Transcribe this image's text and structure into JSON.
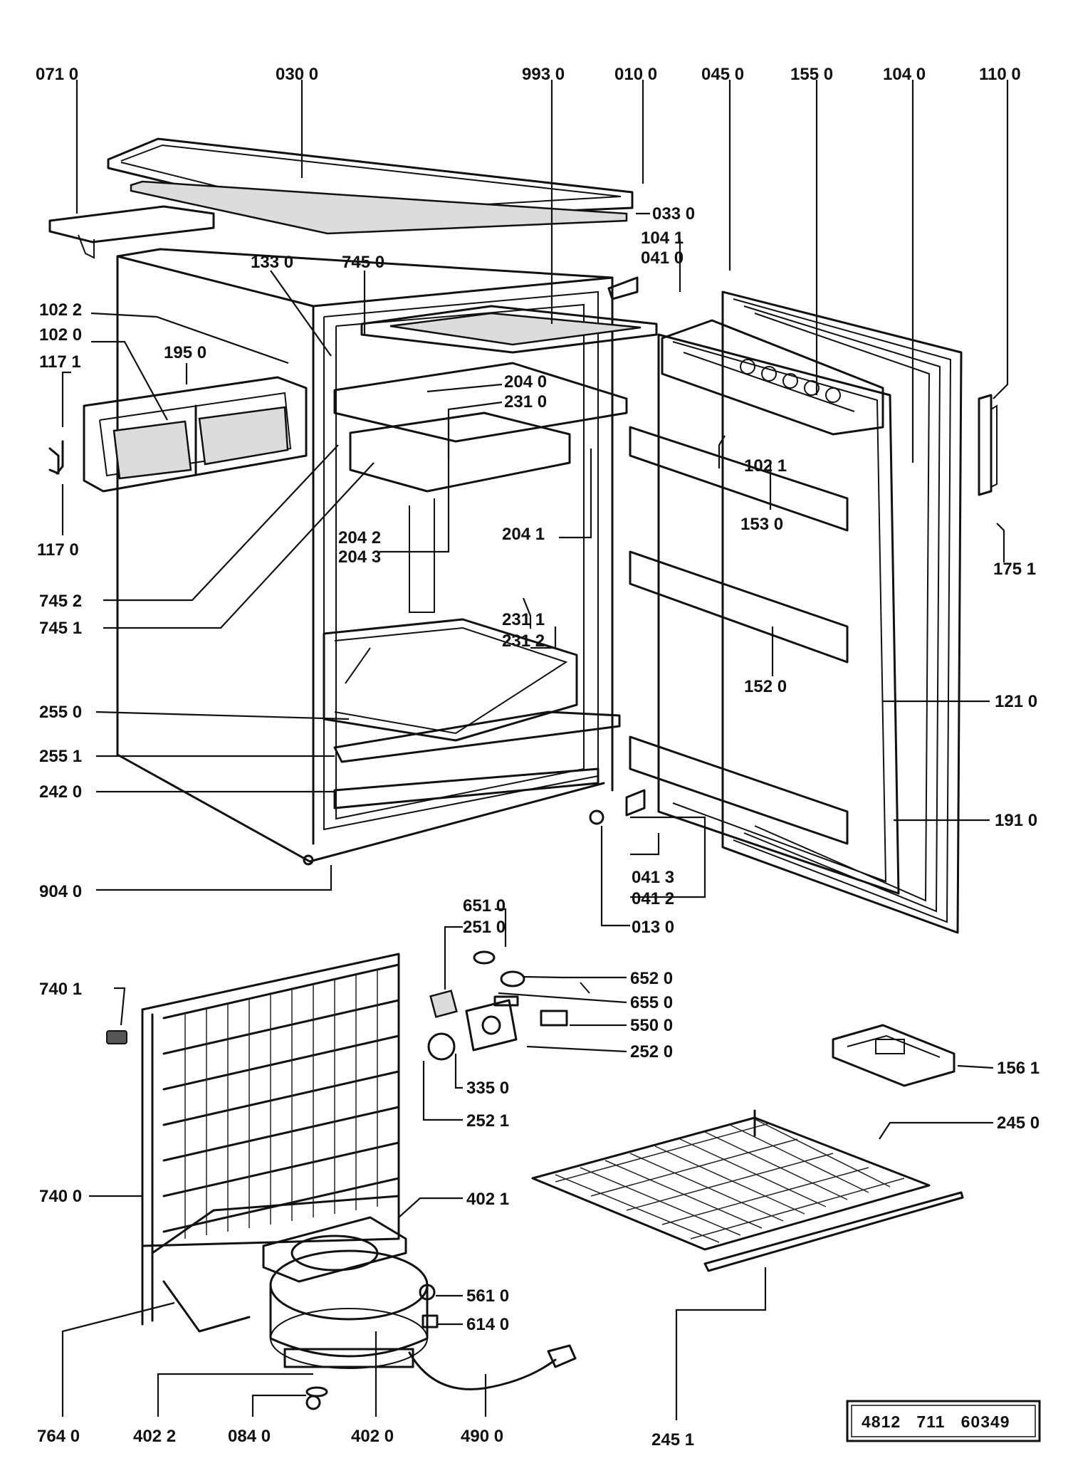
{
  "labels": [
    {
      "id": "071-0",
      "text": "071 0"
    },
    {
      "id": "030-0",
      "text": "030 0"
    },
    {
      "id": "993-0",
      "text": "993 0"
    },
    {
      "id": "010-0",
      "text": "010 0"
    },
    {
      "id": "045-0",
      "text": "045 0"
    },
    {
      "id": "155-0",
      "text": "155 0"
    },
    {
      "id": "104-0",
      "text": "104 0"
    },
    {
      "id": "110-0",
      "text": "110 0"
    },
    {
      "id": "033-0",
      "text": "033 0"
    },
    {
      "id": "104-1",
      "text": "104 1"
    },
    {
      "id": "041-0",
      "text": "041 0"
    },
    {
      "id": "133-0",
      "text": "133 0"
    },
    {
      "id": "745-0",
      "text": "745 0"
    },
    {
      "id": "102-2",
      "text": "102 2"
    },
    {
      "id": "102-0",
      "text": "102 0"
    },
    {
      "id": "117-1",
      "text": "117 1"
    },
    {
      "id": "195-0",
      "text": "195 0"
    },
    {
      "id": "204-0",
      "text": "204 0"
    },
    {
      "id": "231-0",
      "text": "231 0"
    },
    {
      "id": "102-1",
      "text": "102 1"
    },
    {
      "id": "153-0",
      "text": "153 0"
    },
    {
      "id": "117-0",
      "text": "117 0"
    },
    {
      "id": "204-2",
      "text": "204 2"
    },
    {
      "id": "204-3",
      "text": "204 3"
    },
    {
      "id": "204-1",
      "text": "204 1"
    },
    {
      "id": "175-1",
      "text": "175 1"
    },
    {
      "id": "745-2",
      "text": "745 2"
    },
    {
      "id": "745-1",
      "text": "745 1"
    },
    {
      "id": "231-1",
      "text": "231 1"
    },
    {
      "id": "231-2",
      "text": "231 2"
    },
    {
      "id": "152-0",
      "text": "152 0"
    },
    {
      "id": "255-0",
      "text": "255 0"
    },
    {
      "id": "121-0",
      "text": "121 0"
    },
    {
      "id": "255-1",
      "text": "255 1"
    },
    {
      "id": "242-0",
      "text": "242 0"
    },
    {
      "id": "191-0",
      "text": "191 0"
    },
    {
      "id": "041-3",
      "text": "041 3"
    },
    {
      "id": "041-2",
      "text": "041 2"
    },
    {
      "id": "904-0",
      "text": "904 0"
    },
    {
      "id": "013-0",
      "text": "013 0"
    },
    {
      "id": "651-0",
      "text": "651 0"
    },
    {
      "id": "251-0",
      "text": "251 0"
    },
    {
      "id": "652-0",
      "text": "652 0"
    },
    {
      "id": "740-1",
      "text": "740 1"
    },
    {
      "id": "655-0",
      "text": "655 0"
    },
    {
      "id": "550-0",
      "text": "550 0"
    },
    {
      "id": "252-0",
      "text": "252 0"
    },
    {
      "id": "156-1",
      "text": "156 1"
    },
    {
      "id": "335-0",
      "text": "335 0"
    },
    {
      "id": "252-1",
      "text": "252 1"
    },
    {
      "id": "245-0",
      "text": "245 0"
    },
    {
      "id": "740-0",
      "text": "740 0"
    },
    {
      "id": "402-1",
      "text": "402 1"
    },
    {
      "id": "561-0",
      "text": "561 0"
    },
    {
      "id": "614-0",
      "text": "614 0"
    },
    {
      "id": "764-0",
      "text": "764 0"
    },
    {
      "id": "402-2",
      "text": "402  2"
    },
    {
      "id": "084-0",
      "text": "084 0"
    },
    {
      "id": "402-0",
      "text": "402 0"
    },
    {
      "id": "490-0",
      "text": "490 0"
    },
    {
      "id": "245-1",
      "text": "245 1"
    }
  ],
  "document_code": "4812   711   60349"
}
